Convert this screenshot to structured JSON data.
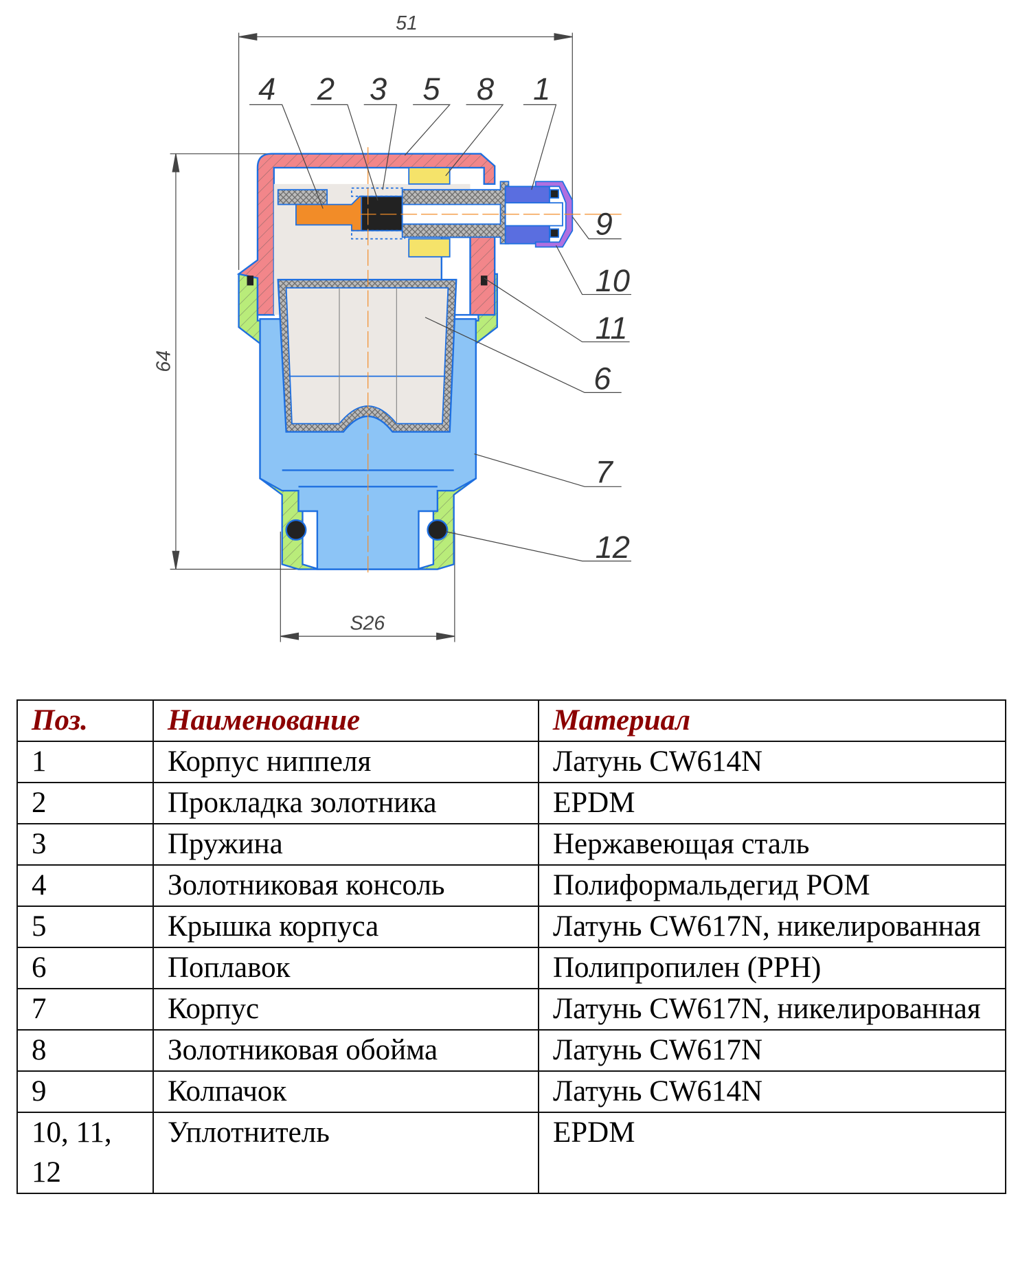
{
  "diagram": {
    "dimensions": {
      "width": "51",
      "height": "64",
      "hex": "S26"
    },
    "callouts": [
      "4",
      "2",
      "3",
      "5",
      "8",
      "1",
      "9",
      "10",
      "11",
      "6",
      "7",
      "12"
    ],
    "colors": {
      "cap": "#f2868a",
      "body": "#b9ec7a",
      "water": "#8cc4f6",
      "float": "#ece8e4",
      "valve": "#f28c28",
      "nipple": "#5a6ee0",
      "capnut": "#b070e0",
      "retainer": "#f5e36a"
    }
  },
  "table": {
    "headers": [
      "Поз.",
      "Наименование",
      "Материал"
    ],
    "rows": [
      {
        "pos": "1",
        "name": "Корпус ниппеля",
        "material": "Латунь CW614N"
      },
      {
        "pos": "2",
        "name": "Прокладка золотника",
        "material": "EPDM"
      },
      {
        "pos": "3",
        "name": "Пружина",
        "material": "Нержавеющая сталь"
      },
      {
        "pos": "4",
        "name": "Золотниковая консоль",
        "material": "Полиформальдегид POM"
      },
      {
        "pos": "5",
        "name": "Крышка корпуса",
        "material": "Латунь CW617N, никелированная"
      },
      {
        "pos": "6",
        "name": "Поплавок",
        "material": "Полипропилен (PPH)"
      },
      {
        "pos": "7",
        "name": "Корпус",
        "material": "Латунь CW617N, никелированная"
      },
      {
        "pos": "8",
        "name": "Золотниковая обойма",
        "material": "Латунь CW617N"
      },
      {
        "pos": "9",
        "name": "Колпачок",
        "material": "Латунь CW614N"
      },
      {
        "pos": "10, 11, 12",
        "name": "Уплотнитель",
        "material": "EPDM"
      }
    ]
  }
}
